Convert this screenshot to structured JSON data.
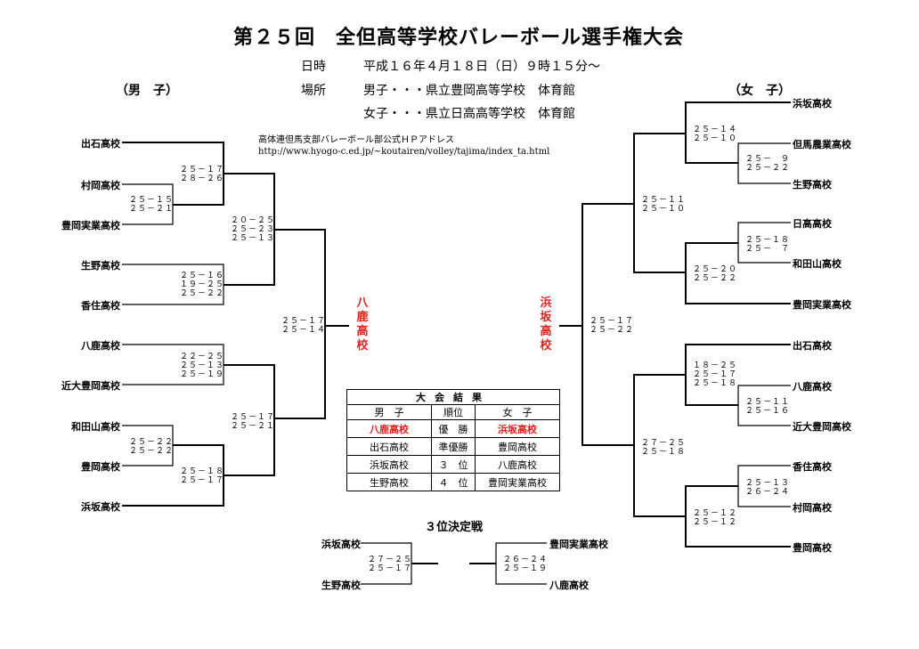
{
  "title": "第２５回　全但高等学校バレーボール選手権大会",
  "info": {
    "date_label": "日時",
    "date_value": "平成１６年４月１８日（日）９時１５分～",
    "place_label": "場所",
    "place_men": "男子・・・県立豊岡高等学校　体育館",
    "place_women": "女子・・・県立日高高等学校　体育館"
  },
  "web": {
    "line1": "高体連但馬支部バレーボール部公式ＨＰアドレス",
    "line2": "http://www.hyogo-c.ed.jp/~koutairen/volley/tajima/index_ta.html"
  },
  "men": {
    "label": "（男　子）",
    "teams": [
      "出石高校",
      "村岡高校",
      "豊岡実業高校",
      "生野高校",
      "香住高校",
      "八鹿高校",
      "近大豊岡高校",
      "和田山高校",
      "豊岡高校",
      "浜坂高校"
    ],
    "scores": {
      "r1a": [
        "２５－１５",
        "２５－２１"
      ],
      "r2a": [
        "２５－１７",
        "２８－２６"
      ],
      "r1b": [
        "２５－１６",
        "１９－２５",
        "２５－２２"
      ],
      "sf1": [
        "２０－２５",
        "２５－２３",
        "２５－１３"
      ],
      "r1c": [
        "２２－２５",
        "２５－１３",
        "２５－１９"
      ],
      "r1d": [
        "２５－２２",
        "２５－２２"
      ],
      "r2d": [
        "２５－１８",
        "２５－１７"
      ],
      "sf2": [
        "２５－１７",
        "２５－２１"
      ],
      "final": [
        "２５－１７",
        "２５－１４"
      ]
    },
    "champion": "八鹿高校"
  },
  "women": {
    "label": "（女　子）",
    "teams": [
      "浜坂高校",
      "但馬農業高校",
      "生野高校",
      "日高高校",
      "和田山高校",
      "豊岡実業高校",
      "出石高校",
      "八鹿高校",
      "近大豊岡高校",
      "香住高校",
      "村岡高校",
      "豊岡高校"
    ],
    "scores": {
      "q1": [
        "２５－１４",
        "２５－１０"
      ],
      "r1a": [
        "２５－　９",
        "２５－２２"
      ],
      "sf1": [
        "２５－１１",
        "２５－１０"
      ],
      "r1b": [
        "２５－１８",
        "２５－　７"
      ],
      "q2": [
        "２５－２０",
        "２５－２２"
      ],
      "q3": [
        "１８－２５",
        "２５－１７",
        "２５－１８"
      ],
      "r1c": [
        "２５－１１",
        "２５－１６"
      ],
      "sf2": [
        "２７－２５",
        "２５－１８"
      ],
      "r1d": [
        "２５－１３",
        "２６－２４"
      ],
      "q4": [
        "２５－１２",
        "２５－１２"
      ],
      "final": [
        "２５－１７",
        "２５－２２"
      ]
    },
    "champion": "浜坂高校"
  },
  "results": {
    "header": "大会結果",
    "col_men": "男　子",
    "col_rank": "順位",
    "col_women": "女　子",
    "rows": [
      {
        "men": "八鹿高校",
        "rank": "優　勝",
        "women": "浜坂高校"
      },
      {
        "men": "出石高校",
        "rank": "準優勝",
        "women": "豊岡高校"
      },
      {
        "men": "浜坂高校",
        "rank": "３　位",
        "women": "八鹿高校"
      },
      {
        "men": "生野高校",
        "rank": "４　位",
        "women": "豊岡実業高校"
      }
    ]
  },
  "third_place": {
    "title": "３位決定戦",
    "men_teams": [
      "浜坂高校",
      "生野高校"
    ],
    "men_scores": [
      "２７－２５",
      "２５－１７"
    ],
    "women_teams": [
      "豊岡実業高校",
      "八鹿高校"
    ],
    "women_scores": [
      "２６－２４",
      "２５－１９"
    ]
  },
  "colors": {
    "champion": "#e8201c",
    "lines": "#000000"
  }
}
